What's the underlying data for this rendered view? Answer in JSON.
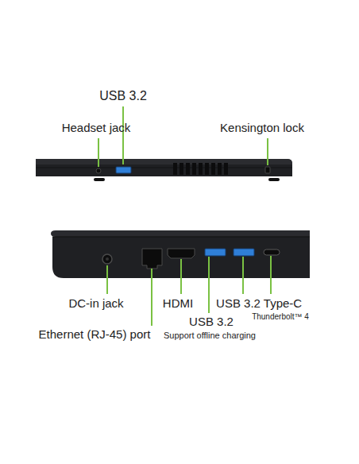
{
  "diagram": {
    "labels": [
      "USB 3.2",
      "Headset jack",
      "Kensington lock",
      "DC-in jack",
      "HDMI",
      "USB 3.2",
      "Type-C",
      "Thunderbolt™ 4",
      "Ethernet (RJ-45) port",
      "USB 3.2",
      "Support offline charging"
    ]
  }
}
